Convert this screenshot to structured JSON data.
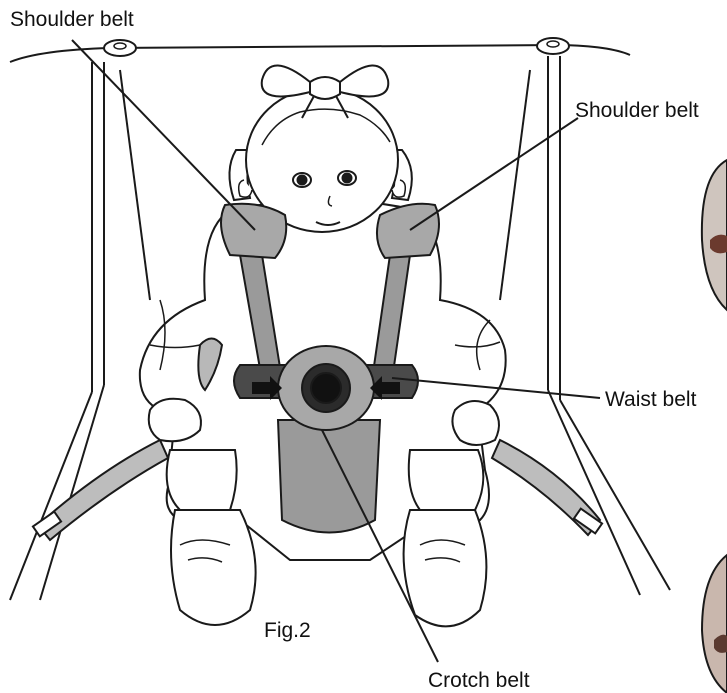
{
  "figure": {
    "caption": "Fig.2",
    "labels": {
      "shoulder_belt_left": "Shoulder belt",
      "shoulder_belt_right": "Shoulder belt",
      "waist_belt": "Waist belt",
      "crotch_belt": "Crotch belt"
    }
  },
  "colors": {
    "line": "#1a1a1a",
    "belt_gray": "#9a9a9a",
    "buckle_dark": "#3a3a3a",
    "pad_gray": "#a8a8a8",
    "background": "#ffffff"
  }
}
